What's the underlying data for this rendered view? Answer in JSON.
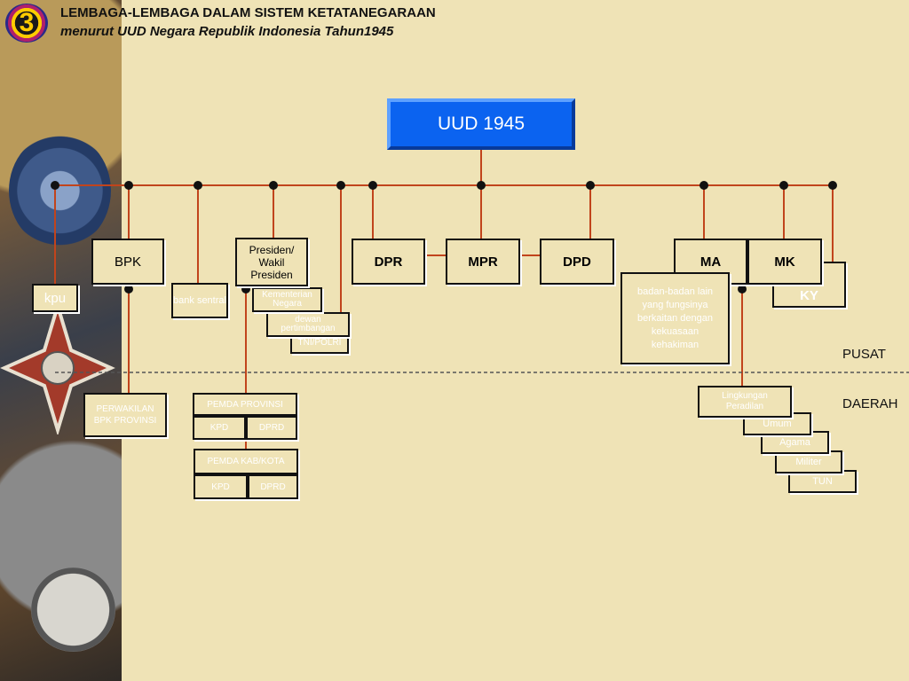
{
  "header": {
    "line1": "LEMBAGA-LEMBAGA DALAM SISTEM  KETATANEGARAAN",
    "line2": "menurut UUD Negara Republik Indonesia Tahun1945",
    "logo_text": "3"
  },
  "root": "UUD 1945",
  "nodes": {
    "bpk": "BPK",
    "kpu": "kpu",
    "bank": "bank sentral",
    "presiden": "Presiden/ Wakil Presiden",
    "kementerian": "Kementerian Negara",
    "dewan": "dewan pertimbangan",
    "tni": "TNI/POLRI",
    "dpr": "DPR",
    "mpr": "MPR",
    "dpd": "DPD",
    "ma": "MA",
    "mk": "MK",
    "ky": "KY",
    "badan": "badan-badan lain yang fungsinya berkaitan dengan kekuasaan kehakiman"
  },
  "regions": {
    "pusat": "PUSAT",
    "daerah": "DAERAH"
  },
  "daerah": {
    "perwakilan": "PERWAKILAN BPK PROVINSI",
    "pemda_prov": "PEMDA PROVINSI",
    "pemda_kab": "PEMDA KAB/KOTA",
    "kpd": "KPD",
    "dprd": "DPRD",
    "peradilan": [
      "Lingkungan Peradilan",
      "Umum",
      "Agama",
      "Militer",
      "TUN"
    ]
  },
  "colors": {
    "connector": "#c1441c",
    "uud_fill": "#0b63f0",
    "background": "#efe3b6"
  }
}
